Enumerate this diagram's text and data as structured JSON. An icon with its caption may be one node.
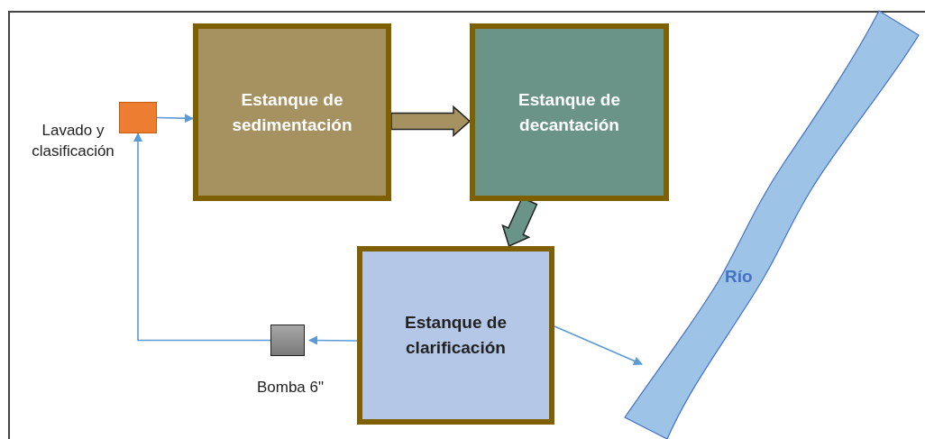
{
  "diagram": {
    "nodes": [
      {
        "text": [],
        "shape": "box",
        "beside": [
          "Lavado y clasificación"
        ]
      },
      {
        "text": [
          "Estanque de sedimentación"
        ]
      },
      {
        "text": [
          "Estanque de decantación"
        ]
      },
      {
        "text": [
          "Estanque de clarificación"
        ]
      },
      {
        "text": [],
        "shape": "box",
        "beside": [
          "Bomba 6\""
        ]
      },
      {
        "text": [
          "Río"
        ]
      }
    ],
    "edges": [
      {
        "from": 0,
        "to": 1,
        "arrow": "to"
      },
      {
        "from": 1,
        "to": 2,
        "arrow": "to",
        "style": "thick",
        "color": "#a69160"
      },
      {
        "from": 2,
        "to": 3,
        "arrow": "to",
        "style": "thick",
        "color": "#6a9488"
      },
      {
        "from": 3,
        "to": 4,
        "arrow": "to"
      },
      {
        "from": 4,
        "to": 0,
        "arrow": "to"
      },
      {
        "from": 3,
        "to": 5,
        "arrow": "to"
      }
    ]
  }
}
